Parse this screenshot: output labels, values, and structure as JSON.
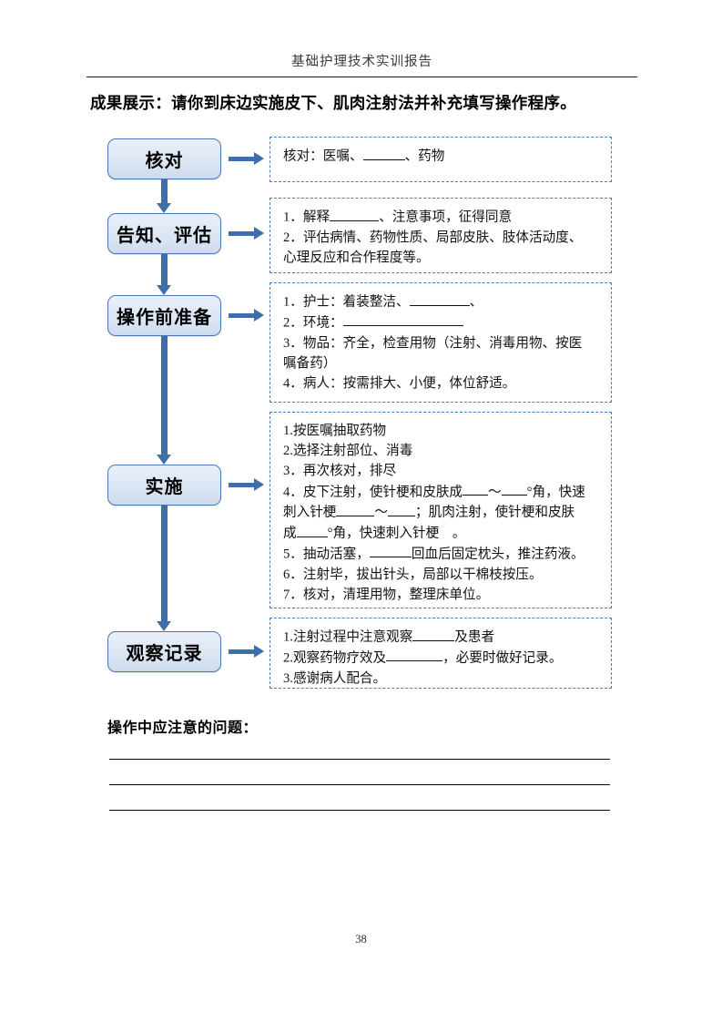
{
  "document": {
    "running_header": "基础护理技术实训报告",
    "prompt": "成果展示：请你到床边实施皮下、肌肉注射法并补充填写操作程序。",
    "page_number": "38",
    "question_heading": "操作中应注意的问题："
  },
  "colors": {
    "stage_border": "#4a74b5",
    "stage_fill": "#dce6f3",
    "detail_border": "#4a7ebb",
    "arrow": "#3f6fab",
    "text": "#111111"
  },
  "flow": {
    "stages": [
      {
        "label": "核对"
      },
      {
        "label": "告知、评估"
      },
      {
        "label": "操作前准备"
      },
      {
        "label": "实施"
      },
      {
        "label": "观察记录"
      }
    ],
    "details": [
      {
        "stage": "核对",
        "lines": [
          {
            "parts": [
              {
                "t": "text",
                "v": "核对：医嘱、"
              },
              {
                "t": "blank",
                "w": 46
              },
              {
                "t": "text",
                "v": "、药物"
              }
            ]
          }
        ]
      },
      {
        "stage": "告知、评估",
        "lines": [
          {
            "parts": [
              {
                "t": "text",
                "v": "1．解释"
              },
              {
                "t": "blank",
                "w": 54
              },
              {
                "t": "text",
                "v": "、注意事项，征得同意"
              }
            ]
          },
          {
            "parts": [
              {
                "t": "text",
                "v": "2．评估病情、药物性质、局部皮肤、肢体活动度、"
              }
            ]
          },
          {
            "parts": [
              {
                "t": "text",
                "v": "心理反应和合作程度等。"
              }
            ]
          }
        ]
      },
      {
        "stage": "操作前准备",
        "lines": [
          {
            "parts": [
              {
                "t": "text",
                "v": "1．护士：着装整洁、"
              },
              {
                "t": "blank",
                "w": 66
              },
              {
                "t": "text",
                "v": "、"
              }
            ]
          },
          {
            "parts": [
              {
                "t": "text",
                "v": "2．环境："
              },
              {
                "t": "blank",
                "w": 132
              }
            ]
          },
          {
            "parts": [
              {
                "t": "text",
                "v": "3．物品：齐全，检查用物（注射、消毒用物、按医"
              }
            ]
          },
          {
            "parts": [
              {
                "t": "text",
                "v": "嘱备药）"
              }
            ]
          },
          {
            "parts": [
              {
                "t": "text",
                "v": "4．病人：按需排大、小便，体位舒适。"
              }
            ]
          }
        ]
      },
      {
        "stage": "实施",
        "lines": [
          {
            "parts": [
              {
                "t": "text",
                "v": "1.按医嘱抽取药物"
              }
            ]
          },
          {
            "parts": [
              {
                "t": "text",
                "v": "2.选择注射部位、消毒"
              }
            ]
          },
          {
            "parts": [
              {
                "t": "text",
                "v": "3．再次核对，排尽"
              }
            ]
          },
          {
            "parts": [
              {
                "t": "text",
                "v": "4．皮下注射，使针梗和皮肤成"
              },
              {
                "t": "blank",
                "w": 28
              },
              {
                "t": "text",
                "v": "～"
              },
              {
                "t": "blank",
                "w": 28
              },
              {
                "t": "text",
                "v": "°角，快速"
              }
            ]
          },
          {
            "parts": [
              {
                "t": "text",
                "v": "刺入针梗"
              },
              {
                "t": "blank",
                "w": 42
              },
              {
                "t": "text",
                "v": "～"
              },
              {
                "t": "blank",
                "w": 30
              },
              {
                "t": "text",
                "v": "；肌肉注射，使针梗和皮肤"
              }
            ]
          },
          {
            "parts": [
              {
                "t": "text",
                "v": "成"
              },
              {
                "t": "blank",
                "w": 34
              },
              {
                "t": "text",
                "v": "°角，快速刺入针梗　。"
              }
            ]
          },
          {
            "parts": [
              {
                "t": "text",
                "v": "5．抽动活塞，"
              },
              {
                "t": "blank",
                "w": 46
              },
              {
                "t": "text",
                "v": "回血后固定枕头，推注药液。"
              }
            ]
          },
          {
            "parts": [
              {
                "t": "text",
                "v": "6．注射毕，拔出针头，局部以干棉枝按压。"
              }
            ]
          },
          {
            "parts": [
              {
                "t": "text",
                "v": "7．核对，清理用物，整理床单位。"
              }
            ]
          }
        ]
      },
      {
        "stage": "观察记录",
        "lines": [
          {
            "parts": [
              {
                "t": "text",
                "v": "1.注射过程中注意观察"
              },
              {
                "t": "blank",
                "w": 46
              },
              {
                "t": "text",
                "v": "及患者"
              }
            ]
          },
          {
            "parts": [
              {
                "t": "text",
                "v": "2.观察药物疗效及"
              },
              {
                "t": "blank",
                "w": 62
              },
              {
                "t": "text",
                "v": "，必要时做好记录。"
              }
            ]
          },
          {
            "parts": [
              {
                "t": "text",
                "v": "3.感谢病人配合。"
              }
            ]
          }
        ]
      }
    ]
  },
  "answer_lines": [
    "",
    "",
    ""
  ]
}
